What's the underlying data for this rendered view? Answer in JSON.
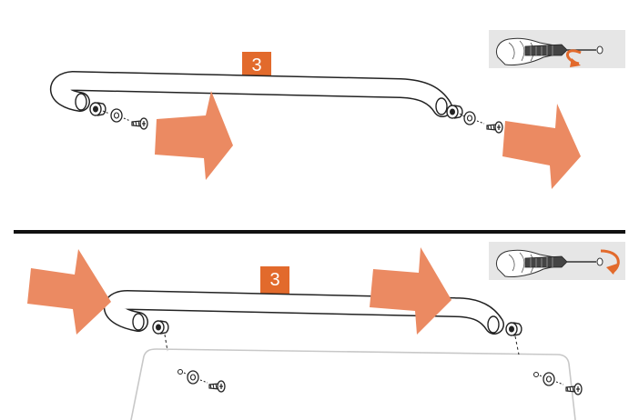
{
  "panels": [
    {
      "step_number": "3",
      "direction": "remove",
      "screwdriver_rotation": "counter-clockwise"
    },
    {
      "step_number": "3",
      "direction": "attach",
      "screwdriver_rotation": "clockwise"
    }
  ],
  "colors": {
    "accent": "#e26a2c",
    "arrow": "#eb8a62",
    "line": "#222222",
    "panel_outline": "#c8c8c8",
    "inset_background": "#e6e6e6"
  },
  "icons": [
    "handle-bar-icon",
    "spacer-icon",
    "washer-icon",
    "screw-icon",
    "move-arrow-icon",
    "screwdriver-hand-icon",
    "rotation-arrow-icon",
    "divider"
  ]
}
